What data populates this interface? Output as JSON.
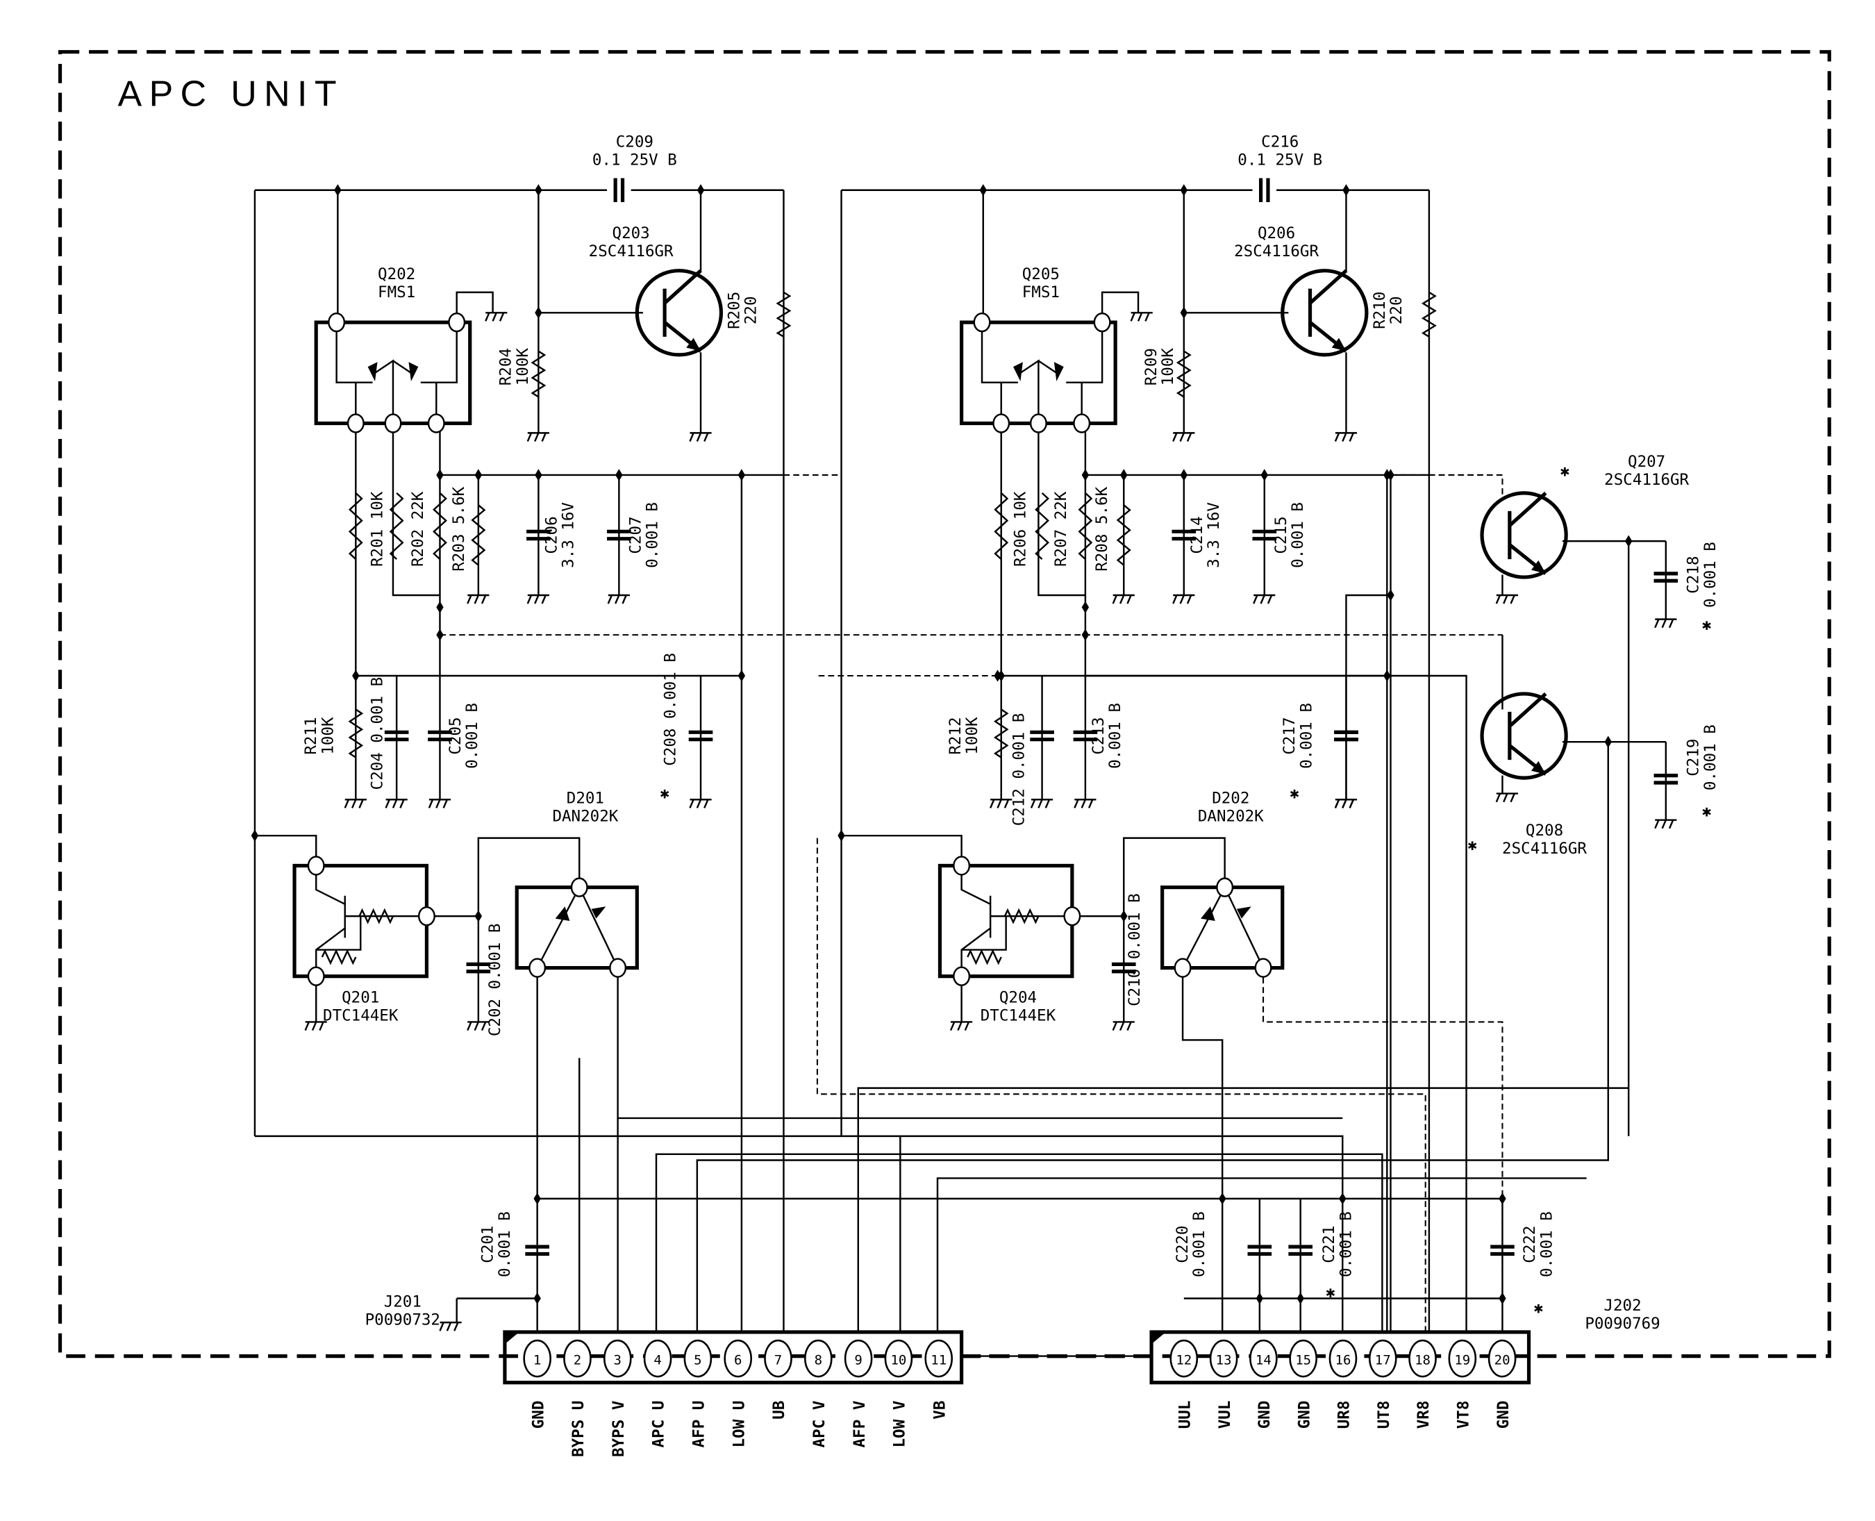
{
  "title": "APC UNIT",
  "marker": "✱",
  "components": {
    "C209": [
      "C209",
      "0.1 25V B"
    ],
    "C216": [
      "C216",
      "0.1 25V B"
    ],
    "Q202": [
      "Q202",
      "FMS1"
    ],
    "Q205": [
      "Q205",
      "FMS1"
    ],
    "Q203": [
      "Q203",
      "2SC4116GR"
    ],
    "Q206": [
      "Q206",
      "2SC4116GR"
    ],
    "R204": [
      "R204",
      "100K"
    ],
    "R209": [
      "R209",
      "100K"
    ],
    "R205": [
      "R205",
      "220"
    ],
    "R210": [
      "R210",
      "220"
    ],
    "R201": [
      "R201",
      "10K"
    ],
    "R202": [
      "R202",
      "22K"
    ],
    "R203": [
      "R203",
      "5.6K"
    ],
    "R206": [
      "R206",
      "10K"
    ],
    "R207": [
      "R207",
      "22K"
    ],
    "R208": [
      "R208",
      "5.6K"
    ],
    "C206": [
      "C206",
      "3.3 16V"
    ],
    "C207": [
      "C207",
      "0.001 B"
    ],
    "C214": [
      "C214",
      "3.3 16V"
    ],
    "C215": [
      "C215",
      "0.001 B"
    ],
    "R211": [
      "R211",
      "100K"
    ],
    "C204": [
      "C204",
      "0.001 B"
    ],
    "C205": [
      "C205",
      "0.001 B"
    ],
    "C208": [
      "C208",
      "0.001 B"
    ],
    "R212": [
      "R212",
      "100K"
    ],
    "C212": [
      "C212",
      "0.001 B"
    ],
    "C213": [
      "C213",
      "0.001 B"
    ],
    "C217": [
      "C217",
      "0.001 B"
    ],
    "Q207": [
      "Q207",
      "2SC4116GR"
    ],
    "Q208": [
      "Q208",
      "2SC4116GR"
    ],
    "C218": [
      "C218",
      "0.001 B"
    ],
    "C219": [
      "C219",
      "0.001 B"
    ],
    "Q201": [
      "Q201",
      "DTC144EK"
    ],
    "Q204": [
      "Q204",
      "DTC144EK"
    ],
    "D201": [
      "D201",
      "DAN202K"
    ],
    "D202": [
      "D202",
      "DAN202K"
    ],
    "C202": [
      "C202",
      "0.001 B"
    ],
    "C210": [
      "C210",
      "0.001 B"
    ],
    "C201": [
      "C201",
      "0.001 B"
    ],
    "C220": [
      "C220",
      "0.001 B"
    ],
    "C221": [
      "C221",
      "0.001 B"
    ],
    "C222": [
      "C222",
      "0.001 B"
    ]
  },
  "connectors": {
    "J201": {
      "ref": "J201",
      "part": "P0090732",
      "pins": [
        {
          "n": "1",
          "label": "GND"
        },
        {
          "n": "2",
          "label": "BYPS U"
        },
        {
          "n": "3",
          "label": "BYPS V"
        },
        {
          "n": "4",
          "label": "APC U"
        },
        {
          "n": "5",
          "label": "AFP U"
        },
        {
          "n": "6",
          "label": "LOW U"
        },
        {
          "n": "7",
          "label": "UB"
        },
        {
          "n": "8",
          "label": "APC V"
        },
        {
          "n": "9",
          "label": "AFP V"
        },
        {
          "n": "10",
          "label": "LOW V"
        },
        {
          "n": "11",
          "label": "VB"
        }
      ]
    },
    "J202": {
      "ref": "J202",
      "part": "P0090769",
      "pins": [
        {
          "n": "12",
          "label": "UUL"
        },
        {
          "n": "13",
          "label": "VUL"
        },
        {
          "n": "14",
          "label": "GND"
        },
        {
          "n": "15",
          "label": "GND"
        },
        {
          "n": "16",
          "label": "UR8"
        },
        {
          "n": "17",
          "label": "UT8"
        },
        {
          "n": "18",
          "label": "VR8"
        },
        {
          "n": "19",
          "label": "VT8"
        },
        {
          "n": "20",
          "label": "GND"
        }
      ]
    }
  }
}
